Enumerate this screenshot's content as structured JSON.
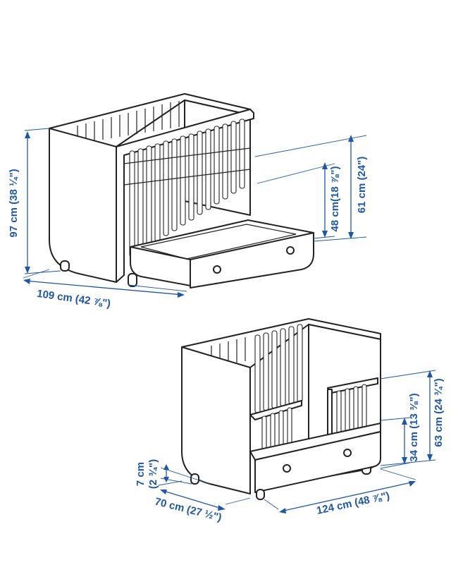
{
  "colors": {
    "dimension": "#1f57a6",
    "line_art": "#222222",
    "background": "#ffffff"
  },
  "crib": {
    "height_label": "97 cm (38 ¼\")",
    "width_label": "109 cm (42 ⅞\")",
    "mattress_depth_label": "48 cm(18 ⅞\")",
    "rail_height_label": "61 cm (24\")"
  },
  "bed": {
    "floor_clearance_cm_label": "7 cm",
    "floor_clearance_in_label": "(2 ¾\")",
    "width_label": "70 cm (27 ½\")",
    "length_label": "124 cm (48 ⅞\")",
    "guard_height_label": "34 cm (13 ⅜\")",
    "total_height_label": "63 cm (24 ¾\")"
  }
}
